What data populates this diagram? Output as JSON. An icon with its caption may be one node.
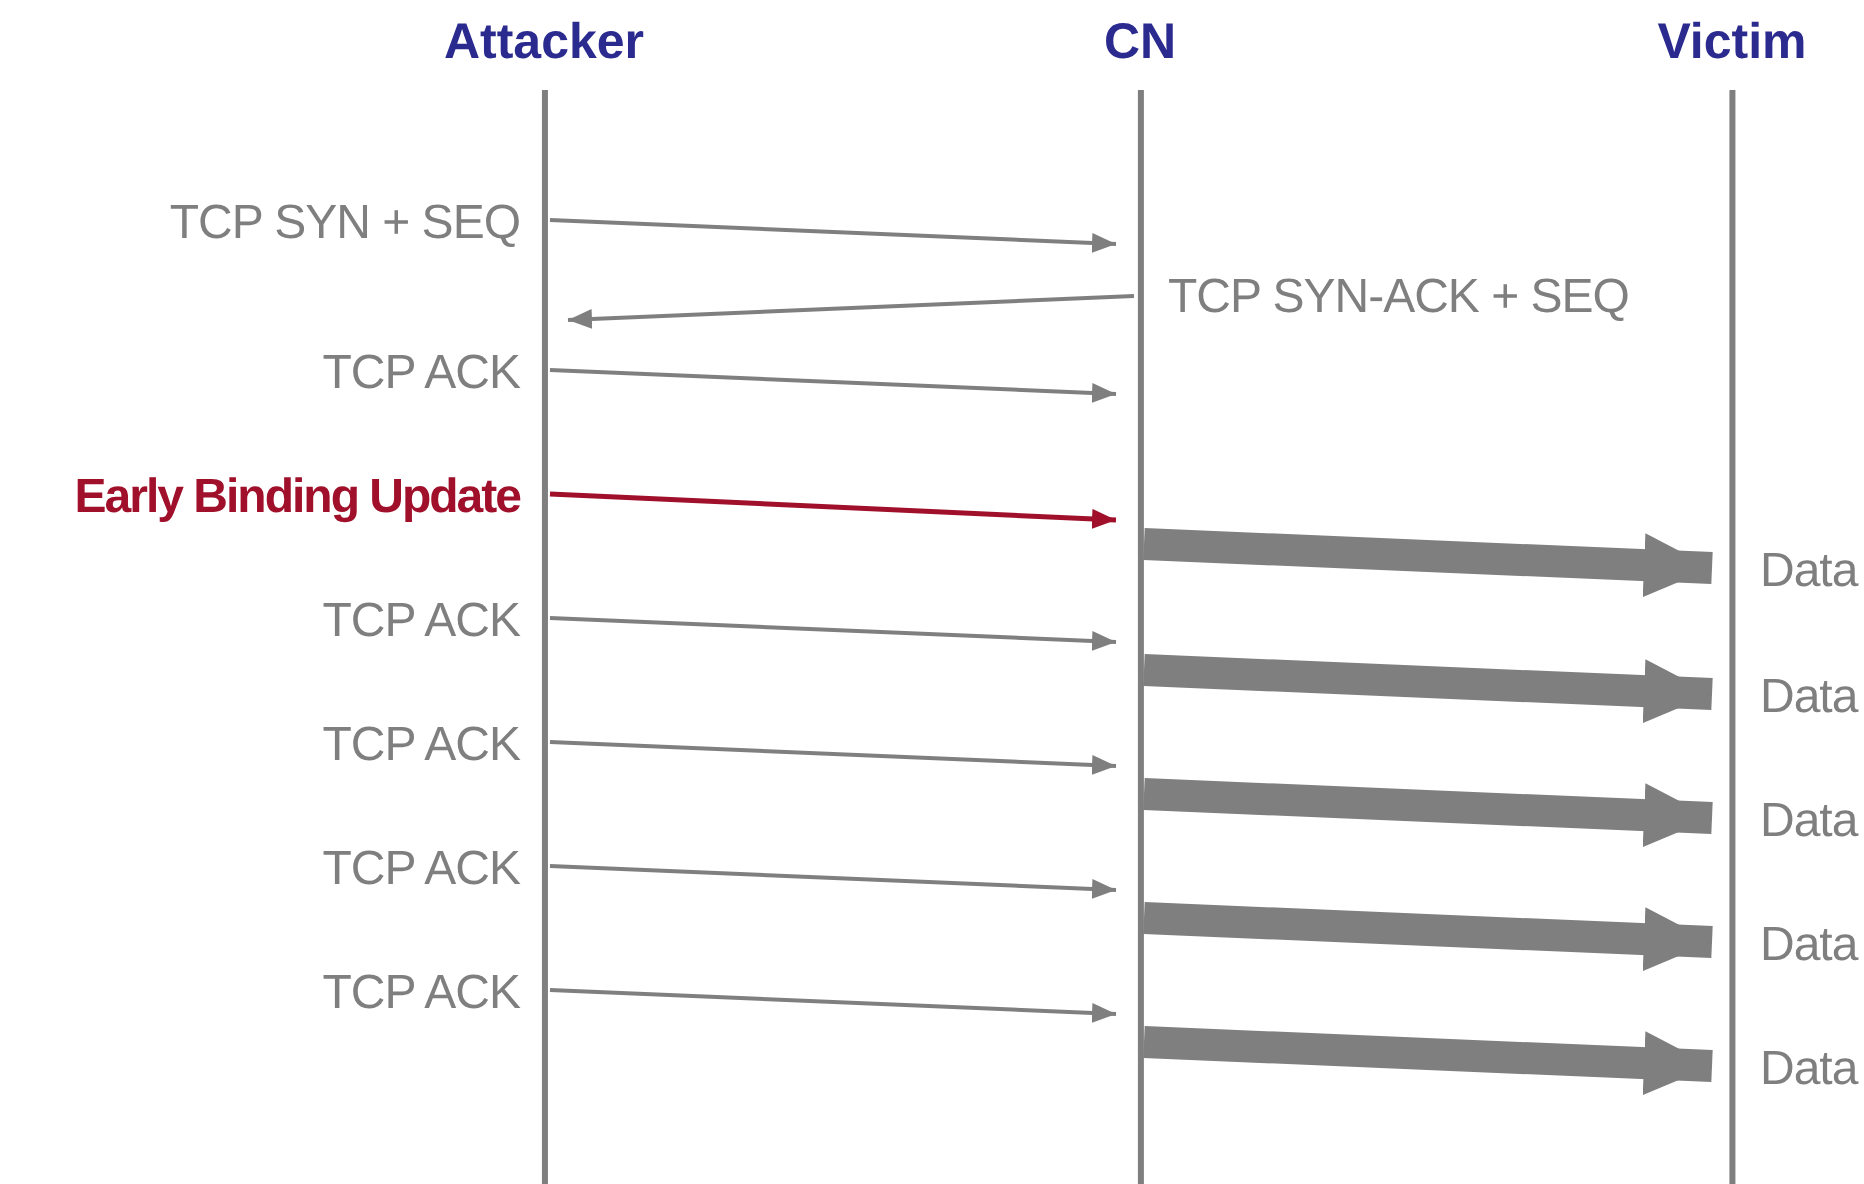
{
  "diagram": {
    "nodes": [
      {
        "text": [
          "Attacker"
        ]
      },
      {
        "text": [
          "CN"
        ]
      },
      {
        "text": [
          "Victim"
        ]
      }
    ],
    "edges": [
      {
        "from": 0,
        "to": 1,
        "arrow": "to",
        "label": "TCP SYN + SEQ"
      },
      {
        "from": 1,
        "to": 0,
        "arrow": "to",
        "label": "TCP SYN-ACK + SEQ"
      },
      {
        "from": 0,
        "to": 1,
        "arrow": "to",
        "label": "TCP ACK"
      },
      {
        "from": 0,
        "to": 1,
        "arrow": "to",
        "label": "Early Binding Update",
        "color": "#a0102a"
      },
      {
        "from": 1,
        "to": 2,
        "arrow": "to",
        "label": "Data",
        "style": "thick"
      },
      {
        "from": 0,
        "to": 1,
        "arrow": "to",
        "label": "TCP ACK"
      },
      {
        "from": 1,
        "to": 2,
        "arrow": "to",
        "label": "Data",
        "style": "thick"
      },
      {
        "from": 0,
        "to": 1,
        "arrow": "to",
        "label": "TCP ACK"
      },
      {
        "from": 1,
        "to": 2,
        "arrow": "to",
        "label": "Data",
        "style": "thick"
      },
      {
        "from": 0,
        "to": 1,
        "arrow": "to",
        "label": "TCP ACK"
      },
      {
        "from": 1,
        "to": 2,
        "arrow": "to",
        "label": "Data",
        "style": "thick"
      },
      {
        "from": 0,
        "to": 1,
        "arrow": "to",
        "label": "TCP ACK"
      },
      {
        "from": 1,
        "to": 2,
        "arrow": "to",
        "label": "Data",
        "style": "thick"
      }
    ]
  }
}
